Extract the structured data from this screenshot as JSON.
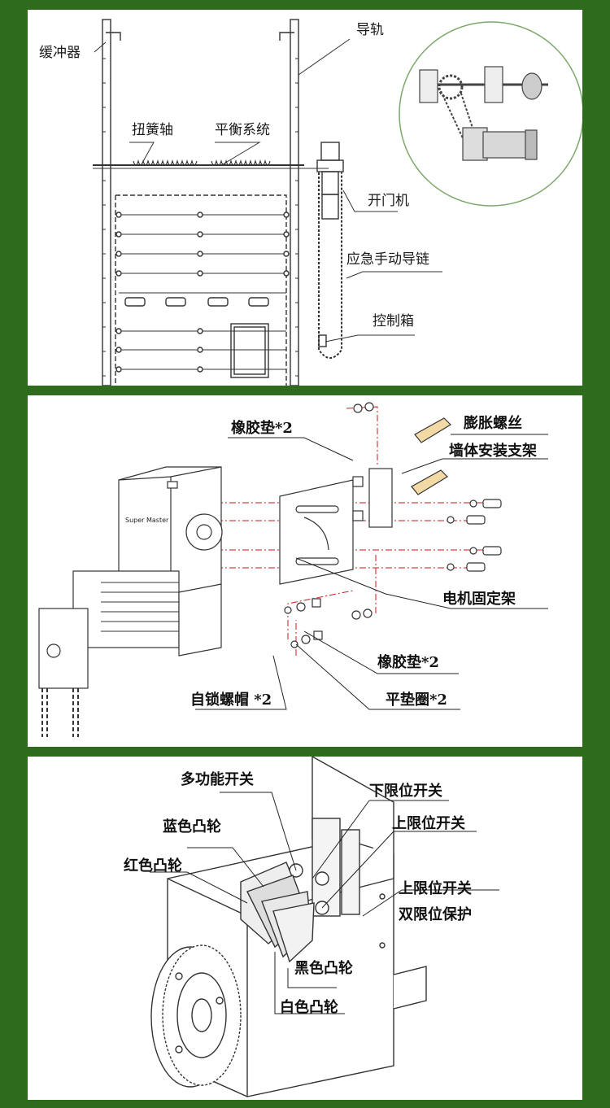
{
  "door_system": {
    "buffer": "缓冲器",
    "guide_rail": "导轨",
    "torsion_shaft": "扭簧轴",
    "balance_system": "平衡系统",
    "door_opener": "开门机",
    "emergency_chain": "应急手动导链",
    "control_box": "控制箱"
  },
  "motor_mount": {
    "brand_text": "Super Master",
    "rubber_pad_top": "橡胶垫*2",
    "expansion_screw": "膨胀螺丝",
    "wall_bracket": "墙体安装支架",
    "motor_bracket": "电机固定架",
    "rubber_pad_bottom": "橡胶垫*2",
    "lock_nut": "自锁螺帽 *2",
    "flat_washer": "平垫圈*2"
  },
  "limit_switch": {
    "multi_function_switch": "多功能开关",
    "lower_limit_switch": "下限位开关",
    "blue_cam": "蓝色凸轮",
    "upper_limit_switch_1": "上限位开关",
    "red_cam": "红色凸轮",
    "upper_limit_switch_2": "上限位开关",
    "dual_limit_protection": "双限位保护",
    "black_cam": "黑色凸轮",
    "white_cam": "白色凸轮"
  },
  "colors": {
    "frame": "#2f6b1c",
    "line": "#333333",
    "leader_red": "#cc1a1a",
    "inset_circle": "#7aa86a"
  }
}
